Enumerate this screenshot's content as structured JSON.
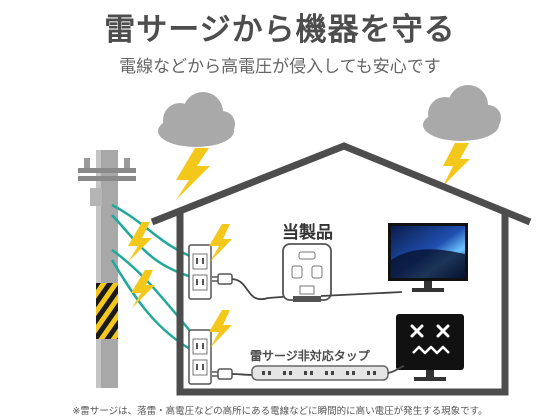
{
  "title": "雷サージから機器を守る",
  "subtitle": "電線などから高電圧が侵入しても安心です",
  "labels": {
    "product": "当製品",
    "unprotected_strip": "雷サージ非対応タップ"
  },
  "footnote": "※雷サージは、落雷・高電圧などの高所にある電線などに瞬間的に高い電圧が発生する現象です。",
  "colors": {
    "wire": "#1fa99a",
    "lightning": "#f3c81b",
    "cloud": "#a9a9a9",
    "house_outline": "#4d4d4d",
    "pole": "#9e9e9e"
  },
  "icons": [
    "cloud-icon",
    "lightning-bolt-icon",
    "utility-pole-icon",
    "house-icon",
    "wall-outlet-icon",
    "surge-protector-icon",
    "monitor-icon",
    "broken-monitor-face-icon",
    "power-strip-icon"
  ]
}
